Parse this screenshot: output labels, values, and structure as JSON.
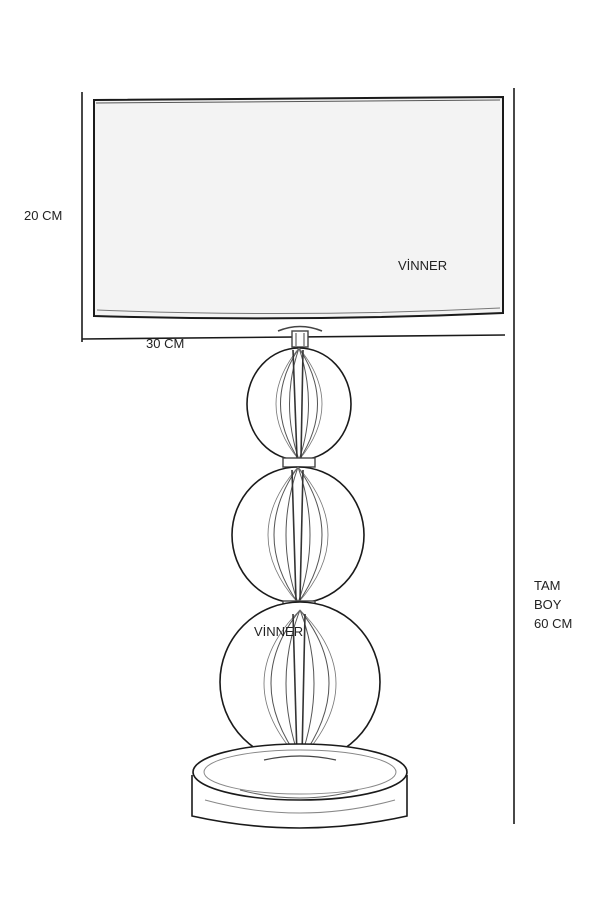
{
  "dimensions": {
    "shade_height_label": "20 CM",
    "shade_width_label": "30 CM",
    "total_height_lines": [
      "TAM",
      "BOY",
      "60 CM"
    ]
  },
  "brand": {
    "shade_text": "VİNNER",
    "base_text": "VİNNER"
  },
  "colors": {
    "line": "#1a1a1a",
    "shade_fill": "#f3f3f3",
    "glass": "#ffffff",
    "metal": "#444444"
  }
}
